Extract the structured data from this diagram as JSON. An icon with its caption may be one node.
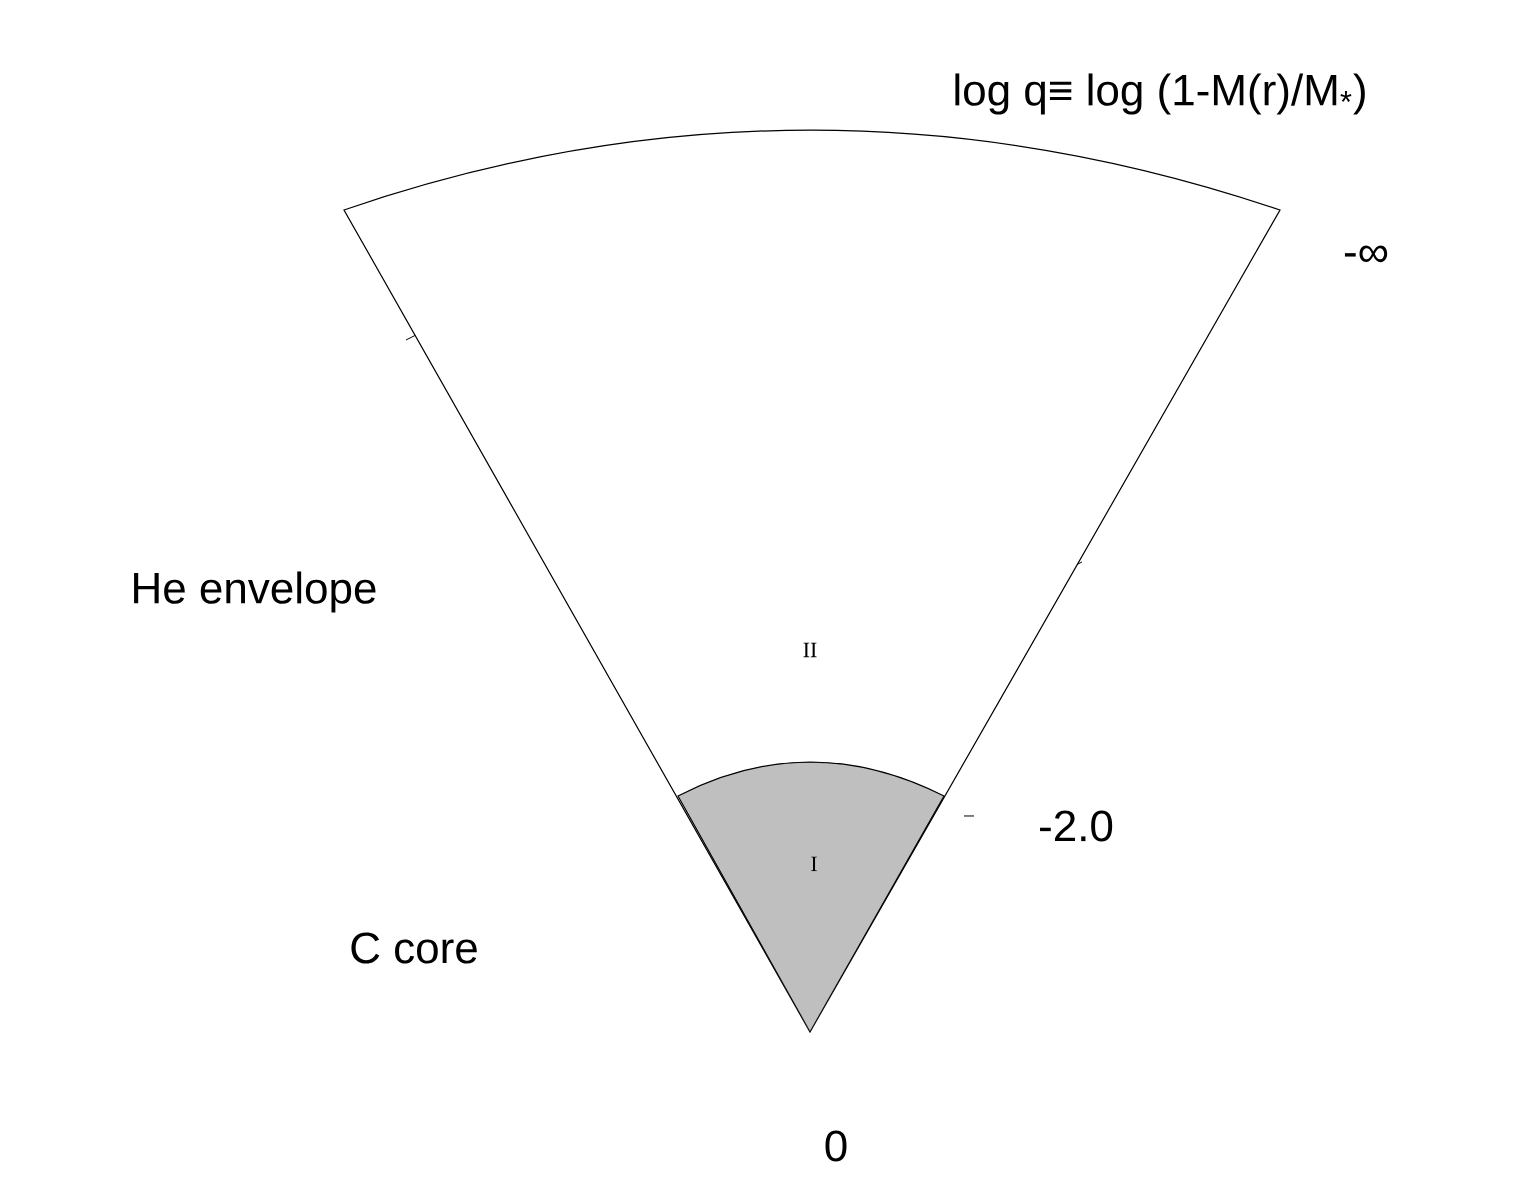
{
  "diagram": {
    "nodes": [
      {
        "text": [
          "II"
        ]
      },
      {
        "text": [
          "I"
        ],
        "in": 0
      }
    ],
    "labels": [
      "log q≡ log (1-M(r)/M$_{*}$)",
      "-∞",
      "He envelope",
      "-2.0",
      "C core",
      "0"
    ]
  }
}
